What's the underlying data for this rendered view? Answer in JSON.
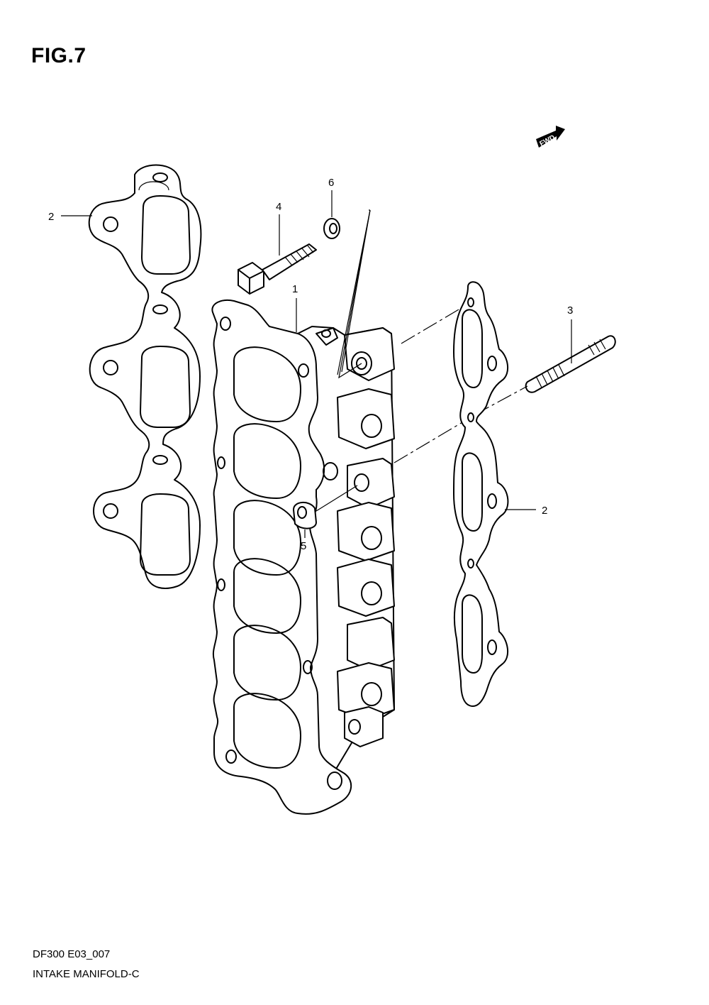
{
  "figure_label": "FIG.7",
  "fwd_label": "FWD",
  "callouts": {
    "manifold": "1",
    "gasket_left": "2",
    "gasket_right": "2",
    "stud": "3",
    "bolt": "4",
    "nut": "5",
    "washer": "6"
  },
  "footer": {
    "code": "DF300 E03_007",
    "name": "INTAKE MANIFOLD-C"
  }
}
